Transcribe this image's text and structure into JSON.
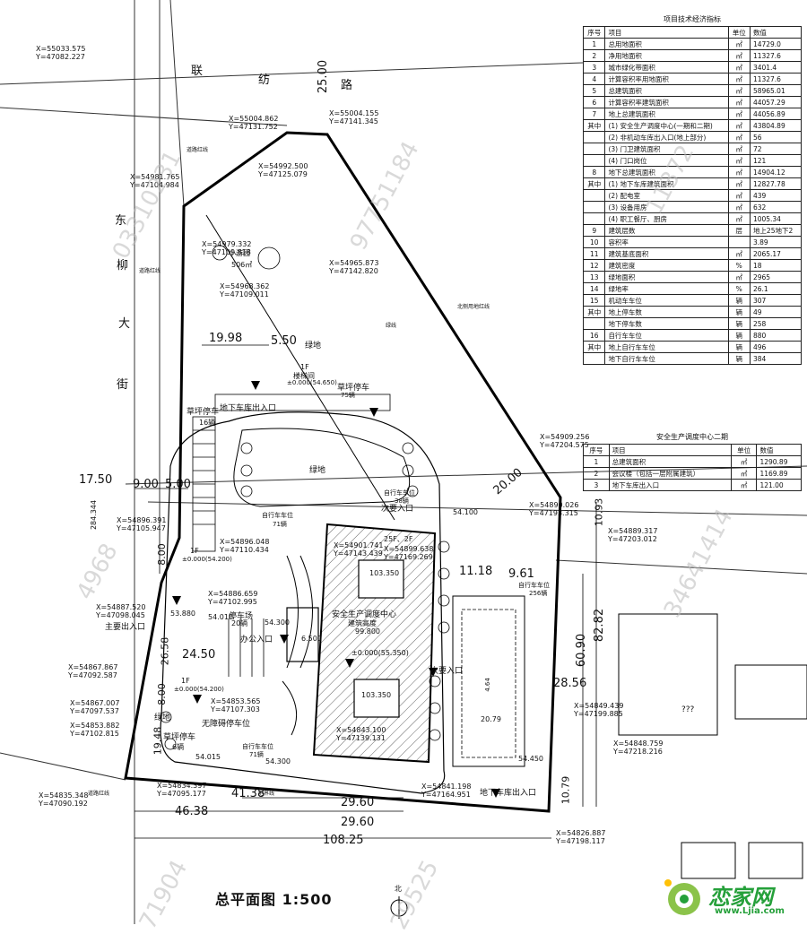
{
  "title": "总平面图 1:500",
  "north_label": "北",
  "logo": {
    "brand": "恋家网",
    "url": "www.Ljia.com"
  },
  "watermarks": [
    "03310231",
    "97751184",
    "34641414",
    "4968",
    "71904",
    "29525",
    "11372"
  ],
  "roads": {
    "top": [
      "联",
      "纺",
      "路"
    ],
    "left": [
      "东",
      "柳",
      "大",
      "街"
    ]
  },
  "red_line_labels": [
    "道路红线",
    "道路红线",
    "道路红线",
    "北侧用地红线",
    "地界线"
  ],
  "coords": [
    {
      "x": "X=55033.575",
      "y": "Y=47082.227"
    },
    {
      "x": "X=55004.862",
      "y": "Y=47131.752"
    },
    {
      "x": "X=55004.155",
      "y": "Y=47141.345"
    },
    {
      "x": "X=54992.500",
      "y": "Y=47125.079"
    },
    {
      "x": "X=54981.765",
      "y": "Y=47104.984"
    },
    {
      "x": "X=54979.332",
      "y": "Y=47109.818"
    },
    {
      "x": "X=54965.873",
      "y": "Y=47142.820"
    },
    {
      "x": "X=54968.362",
      "y": "Y=47109.011"
    },
    {
      "x": "X=54909.256",
      "y": "Y=47204.575"
    },
    {
      "x": "X=54896.391",
      "y": "Y=47105.947"
    },
    {
      "x": "X=54896.048",
      "y": "Y=47110.434"
    },
    {
      "x": "X=54890.026",
      "y": "Y=47193.315"
    },
    {
      "x": "X=54889.317",
      "y": "Y=47203.012"
    },
    {
      "x": "X=54901.741",
      "y": "Y=47143.439"
    },
    {
      "x": "X=54899.638",
      "y": "Y=47169.269"
    },
    {
      "x": "X=54887.520",
      "y": "Y=47098.045"
    },
    {
      "x": "X=54886.659",
      "y": "Y=47102.995"
    },
    {
      "x": "X=54867.867",
      "y": "Y=47092.587"
    },
    {
      "x": "X=54867.007",
      "y": "Y=47097.537"
    },
    {
      "x": "X=54853.565",
      "y": "Y=47107.303"
    },
    {
      "x": "X=54853.882",
      "y": "Y=47102.815"
    },
    {
      "x": "X=54849.439",
      "y": "Y=47199.885"
    },
    {
      "x": "X=54848.759",
      "y": "Y=47218.216"
    },
    {
      "x": "X=54843.100",
      "y": "Y=47139.131"
    },
    {
      "x": "X=54841.198",
      "y": "Y=47164.951"
    },
    {
      "x": "X=54835.348",
      "y": "Y=47090.192"
    },
    {
      "x": "X=54834.397",
      "y": "Y=47095.177"
    },
    {
      "x": "X=54826.887",
      "y": "Y=47198.117"
    }
  ],
  "dimensions": [
    "25.00",
    "19.98",
    "5.50",
    "17.50",
    "9.00",
    "5.00",
    "20.00",
    "10.93",
    "11.18",
    "9.61",
    "60.90",
    "82.82",
    "28.56",
    "10.79",
    "41.38",
    "29.60",
    "46.38",
    "29.60",
    "108.25",
    "284.344",
    "8.00",
    "19.48",
    "8.00",
    "24.50",
    "26.58",
    "53.880",
    "54.010",
    "54.300",
    "6.500",
    "4.64",
    "20.79",
    "54.100"
  ],
  "site_labels": {
    "garden": "小游园",
    "garden_area": "506㎡",
    "green1": "绿地",
    "green2": "绿地",
    "green3": "绿地",
    "green_line": "绿线",
    "stair": "1F",
    "stair_name": "楼梯间",
    "stair_elev": "±0.000(54.650)",
    "lawn_park_top": "草坪停车",
    "lawn_park_top_n": "75辆",
    "lawn_park_left": "草坪停车",
    "lawn_park_left_n": "16辆",
    "lawn_park_bottom": "草坪停车",
    "lawn_park_bottom_n": "6辆",
    "garage_exit_top": "地下车库出入口",
    "garage_exit_bottom": "地下车库出入口",
    "bike1": "自行车车位",
    "bike1_n": "71辆",
    "bike2": "自行车车位",
    "bike2_n": "38辆",
    "bike3": "自行车车位",
    "bike3_n": "256辆",
    "bike4": "自行车车位",
    "bike4_n": "71辆",
    "secondary_entry": "次要入口",
    "secondary_entry2": "次要入口",
    "main_entry": "主要出入口",
    "office_entry": "办公入口",
    "parking": "停车场",
    "parking_n": "20辆",
    "accessible": "无障碍停车位",
    "building_name": "安全生产调度中心",
    "building_sub": "建筑高度",
    "building_h": "99.800",
    "floors": "25F、2F",
    "roof1": "103.350",
    "roof2": "103.350",
    "bldg_elev": "±0.000(55.350)",
    "guard1": "1F",
    "guard1_elev": "±0.000(54.200)",
    "guard2": "1F",
    "guard2_elev": "±0.000(54.200)",
    "unknown": "???",
    "elev_54015": "54.015",
    "elev_54450": "54.450",
    "elev_54300b": "54.300"
  },
  "tech_table": {
    "title": "项目技术经济指标",
    "headers": [
      "序号",
      "项目",
      "单位",
      "数值"
    ],
    "rows": [
      [
        "1",
        "总用地面积",
        "㎡",
        "14729.0"
      ],
      [
        "2",
        "净用地面积",
        "㎡",
        "11327.6"
      ],
      [
        "3",
        "城市绿化带面积",
        "㎡",
        "3401.4"
      ],
      [
        "4",
        "计算容积率用地面积",
        "㎡",
        "11327.6"
      ],
      [
        "5",
        "总建筑面积",
        "㎡",
        "58965.01"
      ],
      [
        "6",
        "计算容积率建筑面积",
        "㎡",
        "44057.29"
      ],
      [
        "7",
        "地上总建筑面积",
        "㎡",
        "44056.89"
      ],
      [
        "其中",
        "(1) 安全生产调度中心(一期和二期)",
        "㎡",
        "43804.89"
      ],
      [
        "",
        "(2) 非机动车库出入口(地上部分)",
        "㎡",
        "56"
      ],
      [
        "",
        "(3) 门卫建筑面积",
        "㎡",
        "72"
      ],
      [
        "",
        "(4) 门口岗位",
        "㎡",
        "121"
      ],
      [
        "8",
        "地下总建筑面积",
        "㎡",
        "14904.12"
      ],
      [
        "其中",
        "(1) 地下车库建筑面积",
        "㎡",
        "12827.78"
      ],
      [
        "",
        "(2) 配电室",
        "㎡",
        "439"
      ],
      [
        "",
        "(3) 设备用房",
        "㎡",
        "632"
      ],
      [
        "",
        "(4) 职工餐厅、厨房",
        "㎡",
        "1005.34"
      ],
      [
        "9",
        "建筑层数",
        "层",
        "地上25地下2"
      ],
      [
        "10",
        "容积率",
        "",
        "3.89"
      ],
      [
        "11",
        "建筑基底面积",
        "㎡",
        "2065.17"
      ],
      [
        "12",
        "建筑密度",
        "%",
        "18"
      ],
      [
        "13",
        "绿地面积",
        "㎡",
        "2965"
      ],
      [
        "14",
        "绿地率",
        "%",
        "26.1"
      ],
      [
        "15",
        "机动车车位",
        "辆",
        "307"
      ],
      [
        "其中",
        "地上停车数",
        "辆",
        "49"
      ],
      [
        "",
        "地下停车数",
        "辆",
        "258"
      ],
      [
        "16",
        "自行车车位",
        "辆",
        "880"
      ],
      [
        "其中",
        "地上自行车车位",
        "辆",
        "496"
      ],
      [
        "",
        "地下自行车车位",
        "辆",
        "384"
      ]
    ]
  },
  "phase2_table": {
    "title": "安全生产调度中心二期",
    "headers": [
      "序号",
      "项目",
      "单位",
      "数值"
    ],
    "rows": [
      [
        "1",
        "总建筑面积",
        "㎡",
        "1290.89"
      ],
      [
        "2",
        "会议楼（包括一层附属建筑）",
        "㎡",
        "1169.89"
      ],
      [
        "3",
        "地下车库出入口",
        "㎡",
        "121.00"
      ]
    ]
  }
}
